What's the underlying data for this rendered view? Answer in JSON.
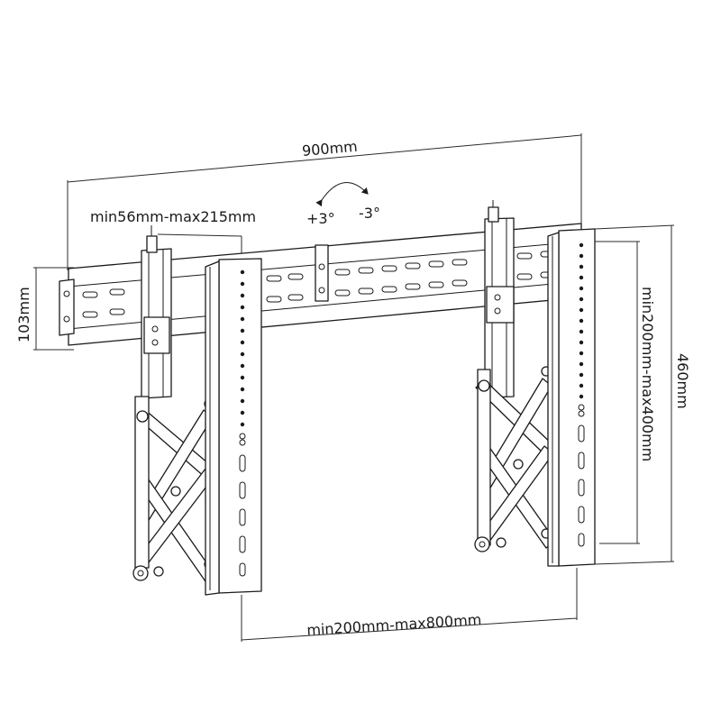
{
  "labels": {
    "overall_width": "900mm",
    "arm_depth": "min56mm-max215mm",
    "tilt_positive": "+3°",
    "tilt_negative": "-3°",
    "rail_height": "103mm",
    "bracket_height": "460mm",
    "vertical_hole_span": "min200mm-max400mm",
    "horizontal_span": "min200mm-max800mm"
  }
}
